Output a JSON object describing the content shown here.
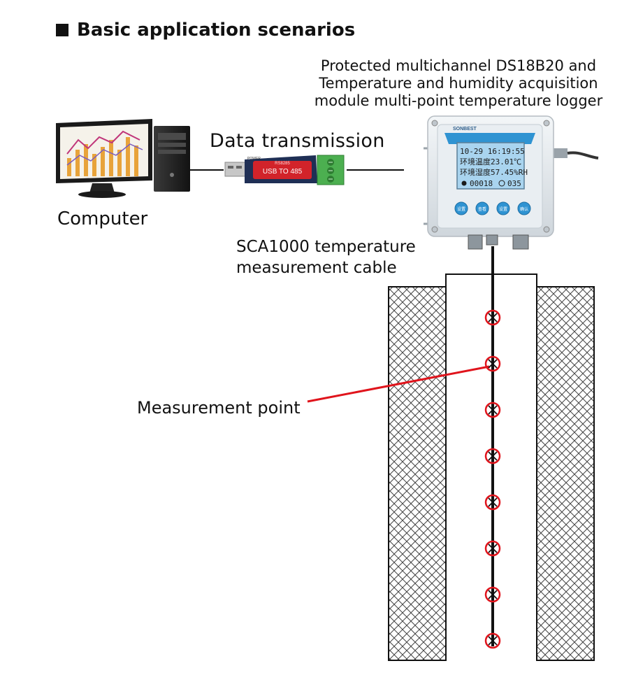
{
  "heading": {
    "text": "Basic application scenarios"
  },
  "logger": {
    "title_lines": [
      "Protected multichannel DS18B20 and",
      "Temperature and humidity acquisition",
      "module multi-point temperature logger"
    ],
    "brand": "SONBEST",
    "lcd": {
      "line1": "10-29 16:19:55",
      "line2": "环境温度23.01℃",
      "line3": "环境湿度57.45%RH",
      "line4_left": "00018",
      "line4_right": "035"
    },
    "buttons": [
      "设置",
      "查看",
      "设置",
      "确认"
    ]
  },
  "converter": {
    "main_label": "USB TO 485",
    "top_label": "RS8285",
    "power_label": "POWER"
  },
  "labels": {
    "data_transmission": "Data transmission",
    "computer": "Computer",
    "cable_line1": "SCA1000 temperature",
    "cable_line2": "measurement cable",
    "measurement_point": "Measurement point"
  },
  "measurement_points": {
    "count": 8
  },
  "colors": {
    "accent_red": "#e0141c",
    "cable": "#111111",
    "enclosure": "#dfe5ea",
    "lcd_bg": "#a9d4ef",
    "button_blue": "#2f93d2",
    "converter_red": "#d2232a",
    "terminal_green": "#4caf50"
  }
}
